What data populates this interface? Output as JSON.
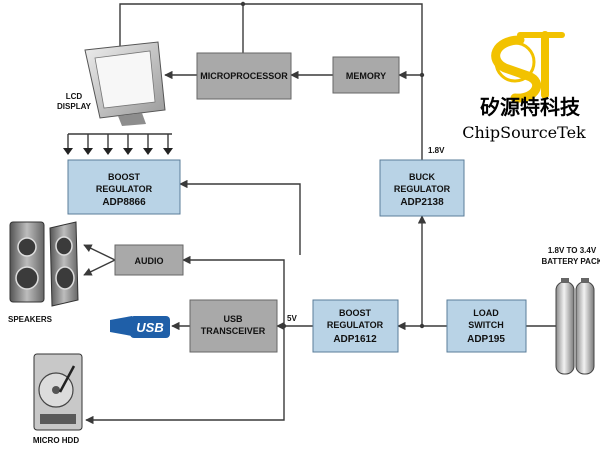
{
  "blocks": {
    "microprocessor": "MICROPROCESSOR",
    "memory": "MEMORY",
    "boost1": [
      "BOOST",
      "REGULATOR",
      "ADP8866"
    ],
    "buck": [
      "BUCK",
      "REGULATOR",
      "ADP2138"
    ],
    "audio": "AUDIO",
    "usb_transceiver": [
      "USB",
      "TRANSCEIVER"
    ],
    "boost2": [
      "BOOST",
      "REGULATOR",
      "ADP1612"
    ],
    "load_switch": [
      "LOAD",
      "SWITCH",
      "ADP195"
    ]
  },
  "labels": {
    "lcd": [
      "LCD",
      "DISPLAY"
    ],
    "speakers": "SPEAKERS",
    "micro_hdd": "MICRO HDD",
    "battery": [
      "1.8V TO 3.4V",
      "BATTERY PACK"
    ],
    "v18": "1.8V",
    "v5": "5V",
    "usb_logo": "USB"
  },
  "brand": {
    "name_cn": "矽源特科技",
    "name_en": "ChipSourceTek"
  },
  "colors": {
    "gray_block": "#a9a9a9",
    "blue_block": "#b9d3e6",
    "logo_yellow": "#f2c200",
    "usb_blue": "#1f5fa8"
  }
}
